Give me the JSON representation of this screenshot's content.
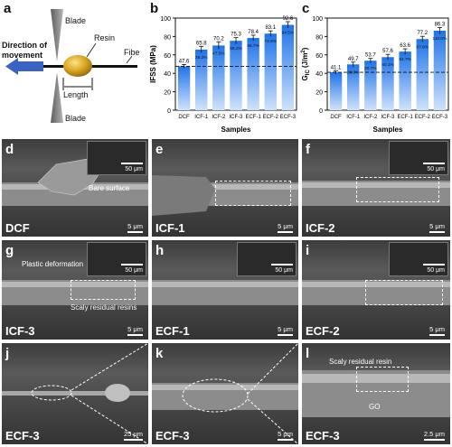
{
  "panel_a": {
    "label": "a",
    "blade_top": "Blade",
    "blade_bottom": "Blade",
    "resin": "Resin",
    "fibre": "Fibe",
    "direction_line1": "Direction of",
    "direction_line2": "movement",
    "length": "Length",
    "colors": {
      "droplet": "#d9a521",
      "blade": "#8a8a8a",
      "arrow": "#3b63c4",
      "fibre": "#111111"
    }
  },
  "panel_b": {
    "label": "b"
  },
  "panel_c": {
    "label": "c"
  },
  "chart_data": [
    {
      "type": "bar",
      "title": "",
      "xlabel": "Samples",
      "ylabel": "IFSS (MPa)",
      "ylim": [
        0,
        100
      ],
      "yticks": [
        "0",
        "20",
        "40",
        "60",
        "80",
        "100"
      ],
      "categories": [
        "DCF",
        "ICF-1",
        "ICF-2",
        "ICF-3",
        "ECF-1",
        "ECF-2",
        "ECF-3"
      ],
      "values": [
        47.6,
        65.8,
        70.2,
        75.3,
        78.4,
        83.1,
        92.6
      ],
      "value_labels": [
        "47.6",
        "65.8",
        "70.2",
        "75.3",
        "78.4",
        "83.1",
        "92.6"
      ],
      "errors": [
        2.0,
        3.5,
        4.0,
        3.5,
        3.0,
        3.0,
        3.5
      ],
      "increase_labels": [
        "",
        "38.2%",
        "47.5%",
        "58.2%",
        "64.7%",
        "74.6%",
        "94.5%"
      ],
      "reference_line": 47.6,
      "grid": false,
      "colors": {
        "bar_top": "#1f73e8",
        "bar_bottom": "#cfe3fb"
      }
    },
    {
      "type": "bar",
      "title": "",
      "xlabel": "Samples",
      "ylabel": "G",
      "ylabel_sub": "IC",
      "ylabel_unit": " (J/m",
      "ylabel_sup": "2",
      "ylabel_end": ")",
      "ylim": [
        0,
        100
      ],
      "yticks": [
        "0",
        "20",
        "40",
        "60",
        "80",
        "100"
      ],
      "categories": [
        "DCF",
        "ICF-1",
        "ICF-2",
        "ICF-3",
        "ECF-1",
        "ECF-2",
        "ECF-3"
      ],
      "values": [
        41.1,
        49.7,
        53.7,
        57.6,
        63.6,
        77.2,
        86.3
      ],
      "value_labels": [
        "41.1",
        "49.7",
        "53.7",
        "57.6",
        "63.6",
        "77.2",
        "86.3"
      ],
      "errors": [
        1.5,
        2.5,
        2.5,
        3.0,
        3.0,
        3.0,
        3.5
      ],
      "increase_labels": [
        "",
        "20.9%",
        "30.7%",
        "40.1%",
        "54.7%",
        "87.8%",
        "110.0%"
      ],
      "reference_line": 41.1,
      "grid": false,
      "colors": {
        "bar_top": "#1f73e8",
        "bar_bottom": "#cfe3fb"
      }
    }
  ],
  "sem_panels": [
    {
      "label": "d",
      "name": "DCF",
      "scale": "5 μm",
      "inset_scale": "50 μm",
      "annotation": "Bare surface"
    },
    {
      "label": "e",
      "name": "ICF-1",
      "scale": "5 μm",
      "inset_scale": ""
    },
    {
      "label": "f",
      "name": "ICF-2",
      "scale": "5 μm",
      "inset_scale": "50 μm"
    },
    {
      "label": "g",
      "name": "ICF-3",
      "scale": "5 μm",
      "inset_scale": "50 μm",
      "annotation1": "Plastic deformation",
      "annotation2": "Scaly residual resins"
    },
    {
      "label": "h",
      "name": "ECF-1",
      "scale": "5 μm",
      "inset_scale": "50 μm"
    },
    {
      "label": "i",
      "name": "ECF-2",
      "scale": "5 μm",
      "inset_scale": "50 μm"
    },
    {
      "label": "j",
      "name": "ECF-3",
      "scale": "25 μm"
    },
    {
      "label": "k",
      "name": "ECF-3",
      "scale": "5 μm"
    },
    {
      "label": "l",
      "name": "ECF-3",
      "scale": "2.5 μm",
      "annotation1": "Scaly residual resin",
      "annotation2": "GO"
    }
  ]
}
